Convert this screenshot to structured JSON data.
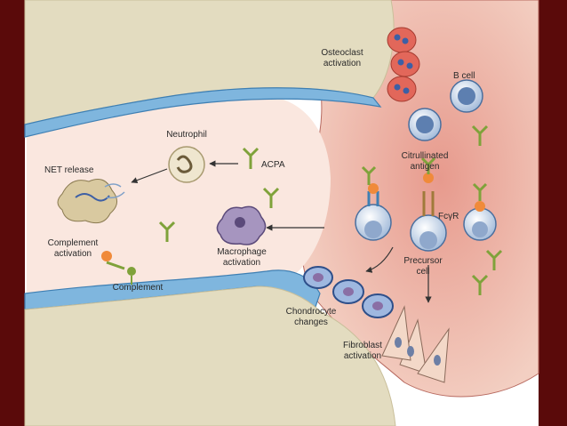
{
  "labels": {
    "osteoclast": [
      "Osteoclast",
      "activation"
    ],
    "b_cell": "B cell",
    "neutrophil": "Neutrophil",
    "citrullinated": [
      "Citrullinated",
      "antigen"
    ],
    "net_release": "NET release",
    "acpa": "ACPA",
    "fcgr": "FcγR",
    "macrophage": [
      "Macrophage",
      "activation"
    ],
    "complement_activation": [
      "Complement",
      "activation"
    ],
    "precursor": [
      "Precursor",
      "cell"
    ],
    "complement": "Complement",
    "chondrocyte": [
      "Chondrocyte",
      "changes"
    ],
    "fibroblast": [
      "Fibroblast",
      "activation"
    ]
  },
  "colors": {
    "border": "#5a0a0a",
    "bone": "#e3dcc0",
    "cartilage": "#7fb6de",
    "synovium": "#f0c6b8",
    "joint_space": "#fae7df",
    "antibody": "#7fa23a",
    "antigen": "#f08a3a"
  }
}
